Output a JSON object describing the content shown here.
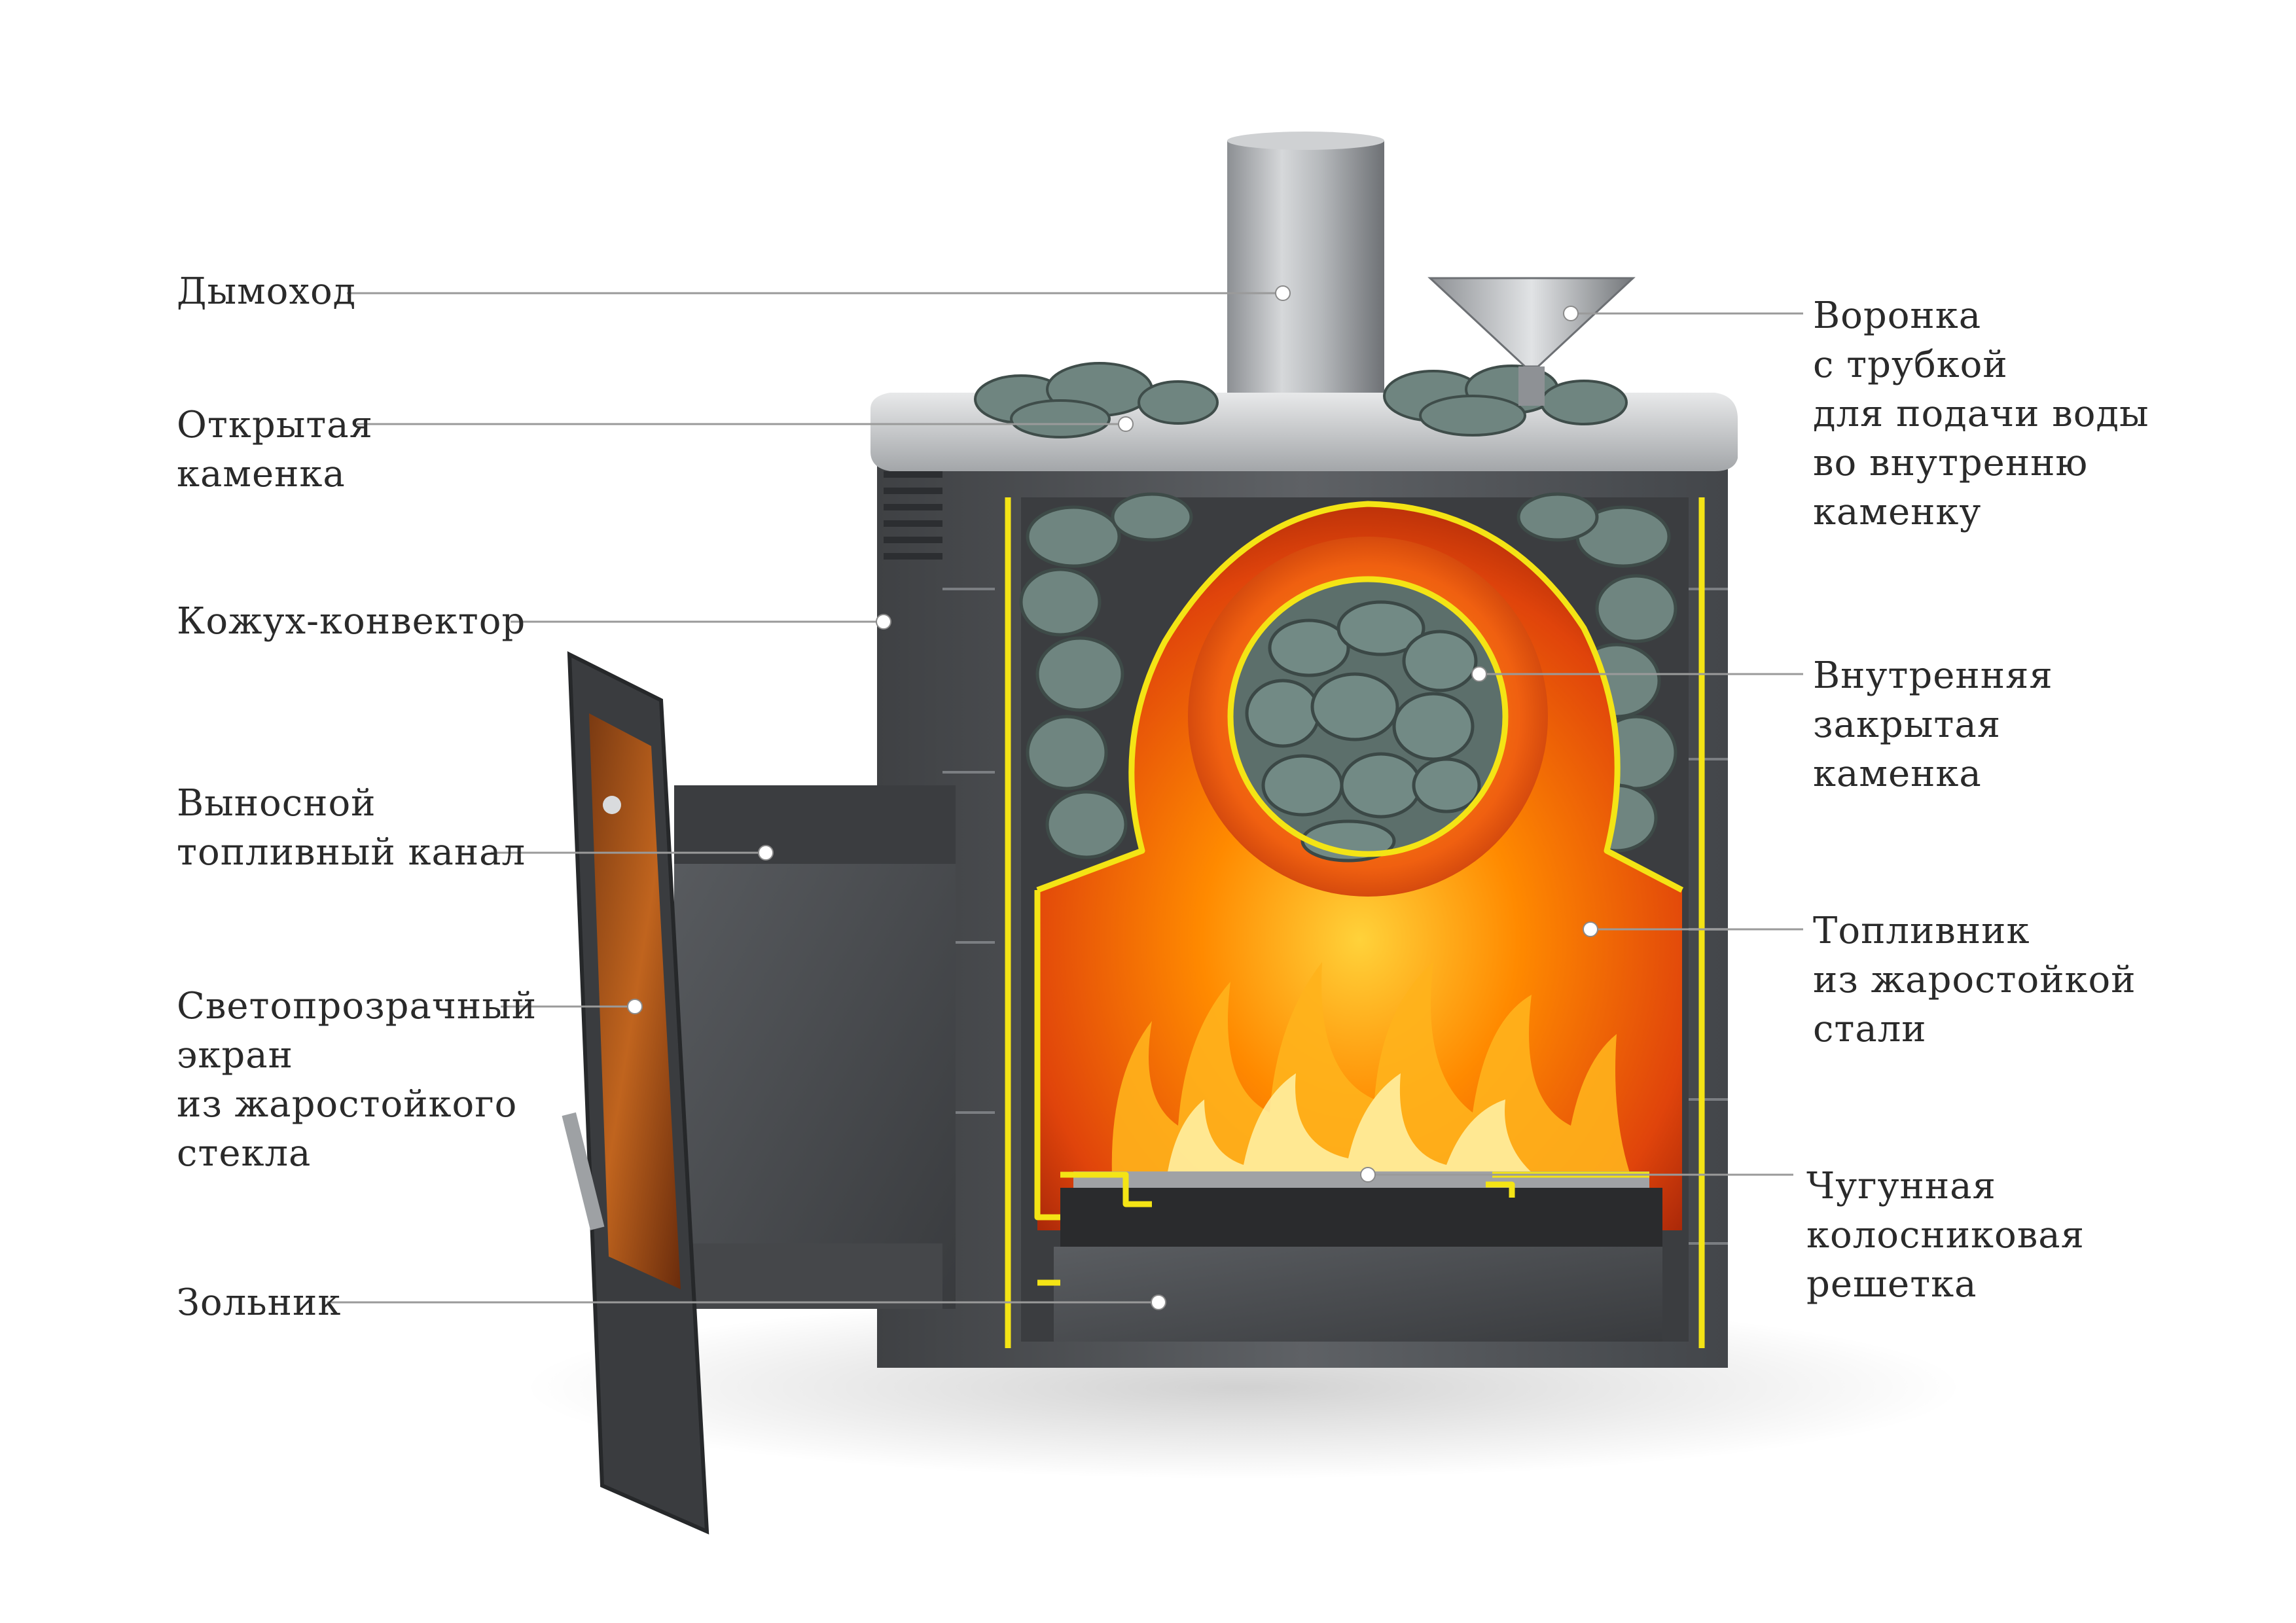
{
  "diagram": {
    "colors": {
      "steel_dark": "#4a4c4f",
      "steel_mid": "#6b6e72",
      "steel_light": "#c9cbcd",
      "stone": "#6f8580",
      "fire_orange": "#ff7a00",
      "fire_red": "#c2260b",
      "outline_yellow": "#f4e415",
      "leader_line": "#9a9a9a",
      "text": "#2a2a2a"
    },
    "labels": {
      "chimney": [
        "Дымоход"
      ],
      "open_heater": [
        "Открытая",
        "каменка"
      ],
      "convector_casing": [
        "Кожух-конвектор"
      ],
      "fuel_channel": [
        "Выносной",
        "топливный  канал"
      ],
      "glass_screen": [
        "Светопрозрачный",
        "экран",
        "из жаростойкого",
        "стекла"
      ],
      "ash_pit": [
        "Зольник"
      ],
      "water_funnel": [
        "Воронка",
        "с трубкой",
        "для подачи воды",
        "во внутренню",
        "каменку"
      ],
      "inner_heater": [
        "Внутренняя",
        "закрытая",
        "каменка"
      ],
      "firebox": [
        "Топливник",
        "из жаростойкой",
        "стали"
      ],
      "grate": [
        "Чугунная",
        "колосниковая",
        "решетка"
      ]
    }
  }
}
